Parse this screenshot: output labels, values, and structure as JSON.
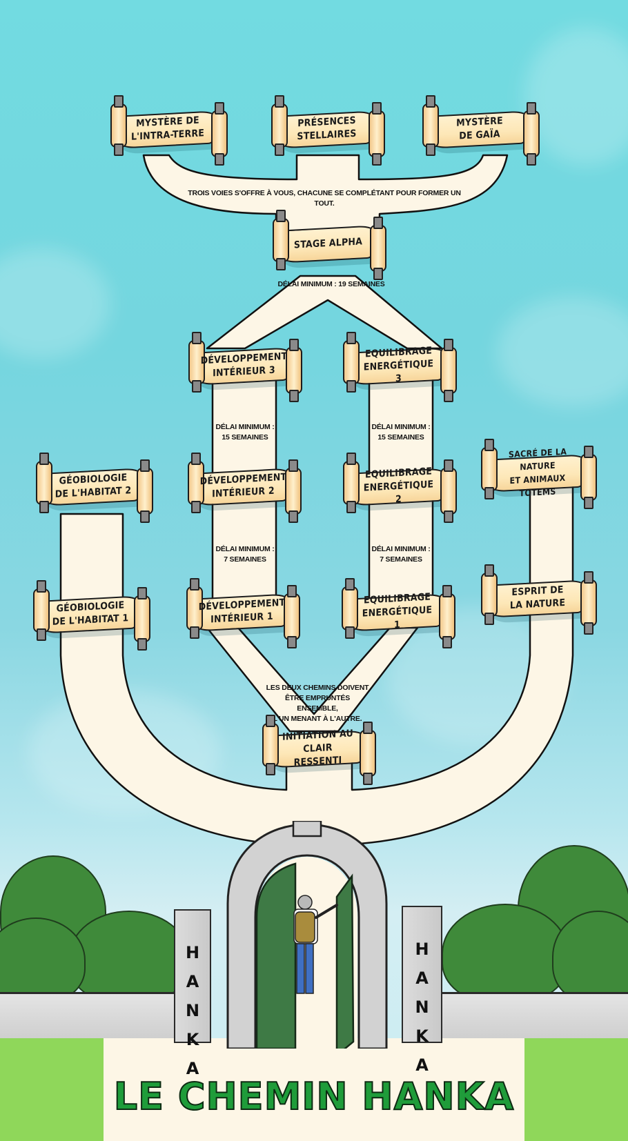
{
  "title": "LE CHEMIN HANKA",
  "colors": {
    "sky": "#72dbe1",
    "path": "#fdf6e6",
    "scroll": "#fde7b7",
    "title_green": "#1f9c3a",
    "gate_green": "#3e7a45",
    "lawn": "#8fd75a"
  },
  "top_paths": [
    {
      "label": "MYSTÈRE DE\nL'INTRA-TERRE"
    },
    {
      "label": "PRÉSENCES\nSTELLAIRES"
    },
    {
      "label": "MYSTÈRE\nDE GAÏA"
    }
  ],
  "top_note": "TROIS VOIES S'OFFRE À VOUS, CHACUNE SE COMPLÉTANT POUR FORMER UN TOUT.",
  "stage_alpha": {
    "label": "STAGE ALPHA",
    "delay": "DÉLAI MINIMUM : 19 SEMAINES"
  },
  "left_branch": [
    {
      "label": "DÉVELOPPEMENT\nINTÉRIEUR 3"
    },
    {
      "label": "DÉVELOPPEMENT\nINTÉRIEUR 2"
    },
    {
      "label": "DÉVELOPPEMENT\nINTÉRIEUR 1"
    }
  ],
  "right_branch": [
    {
      "label": "EQUILIBRAGE\nENERGÉTIQUE 3"
    },
    {
      "label": "EQUILIBRAGE\nENERGÉTIQUE 2"
    },
    {
      "label": "EQUILIBRAGE\nENERGÉTIQUE 1"
    }
  ],
  "delays": {
    "level3_to_2": "DÉLAI MINIMUM :\n15 SEMAINES",
    "level2_to_1": "DÉLAI MINIMUM :\n7 SEMAINES"
  },
  "geobiologie": [
    {
      "label": "GÉOBIOLOGIE\nDE L'HABITAT 2"
    },
    {
      "label": "GÉOBIOLOGIE\nDE L'HABITAT 1"
    }
  ],
  "nature": [
    {
      "label": "SACRÉ DE LA NATURE\nET ANIMAUX TOTEMS"
    },
    {
      "label": "ESPRIT DE\nLA NATURE"
    }
  ],
  "initiation": {
    "label": "INITIATION AU\nCLAIR RESSENTI",
    "note": "LES DEUX CHEMINS DOIVENT\nÊTRE EMPRUNTÉS ENSEMBLE,\nL'UN MENANT À L'AUTRE."
  },
  "gate": {
    "pillar_text": "H\nA\nN\nK\nA"
  }
}
